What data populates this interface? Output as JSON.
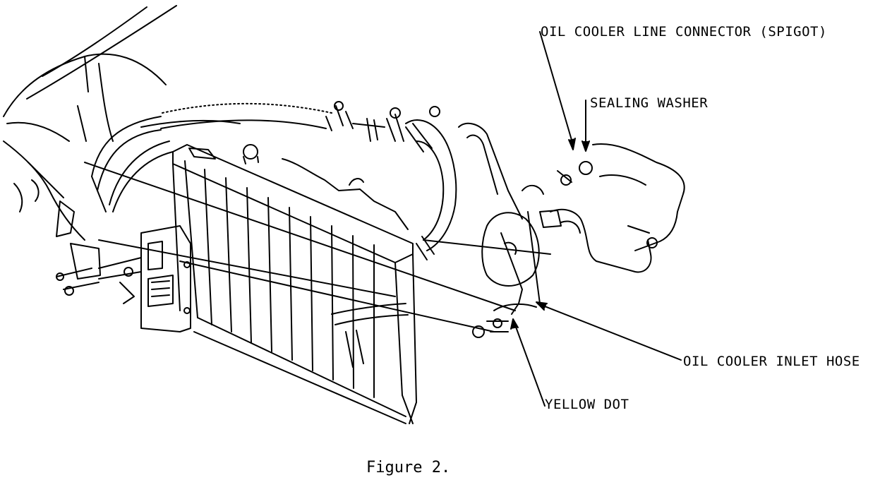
{
  "diagram": {
    "labels": {
      "spigot": "OIL COOLER LINE CONNECTOR  (SPIGOT)",
      "sealing_washer": "SEALING WASHER",
      "inlet_hose": "OIL COOLER INLET HOSE",
      "yellow_dot": "YELLOW DOT"
    },
    "caption": "Figure 2.",
    "colors": {
      "ink": "#000000",
      "paper": "#ffffff"
    }
  }
}
